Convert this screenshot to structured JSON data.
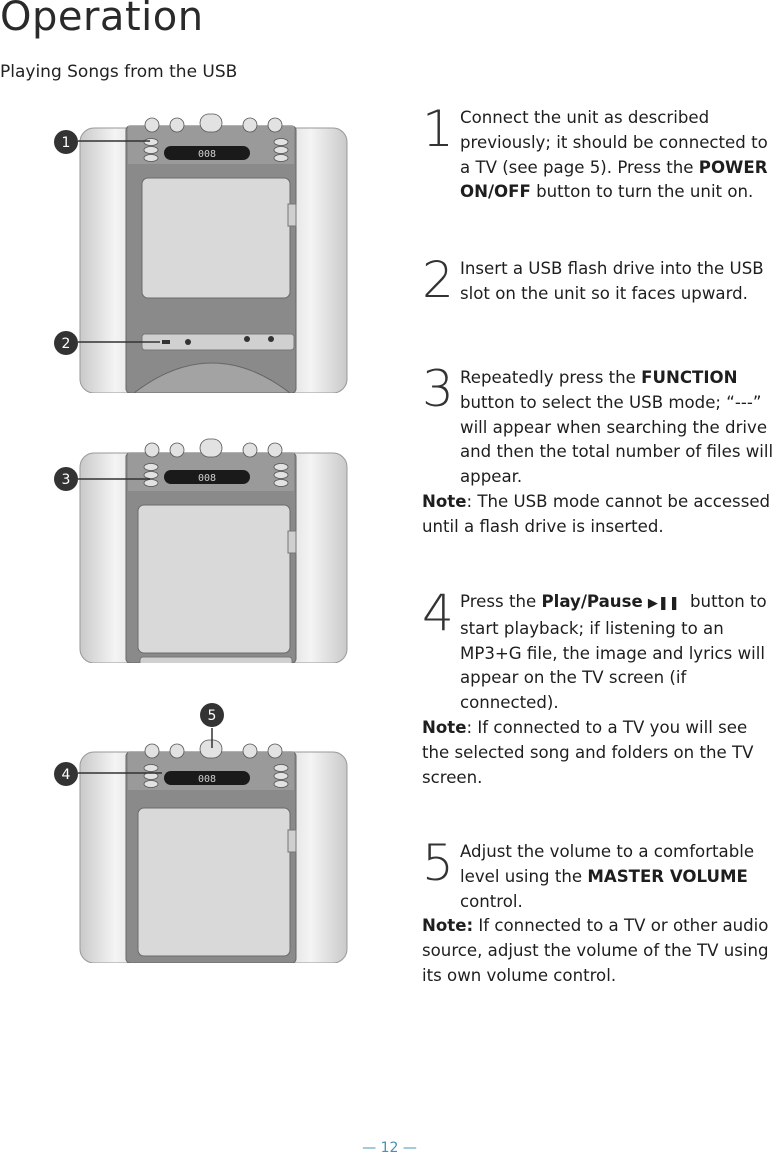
{
  "header": {
    "title": "Operation",
    "subtitle": "Playing Songs from the USB"
  },
  "callouts": {
    "c1": "1",
    "c2": "2",
    "c3": "3",
    "c4": "4",
    "c5": "5"
  },
  "device": {
    "display_text": "008"
  },
  "steps": [
    {
      "num": "1",
      "text_a": "Connect the unit as described previously; it should be connected to a TV (see page 5). Press the ",
      "bold_a": "POWER ON/OFF",
      "text_b": " button to turn the unit on."
    },
    {
      "num": "2",
      "text_a": "Insert a USB flash drive into the USB slot on the unit so it faces upward."
    },
    {
      "num": "3",
      "text_a": "Repeatedly press the ",
      "bold_a": "FUNCTION",
      "text_b": " button to select the USB mode; “---” will appear when searching the drive and then the total number of files will appear.",
      "note_label": "Note",
      "note_text": ": The USB mode cannot be accessed until a flash drive is inserted."
    },
    {
      "num": "4",
      "text_a": "Press the ",
      "bold_a": "Play/Pause",
      "icon": "play-pause-icon",
      "icon_glyph": "▶❚❚",
      "text_b": " button to start playback; if listening to an MP3+G file, the image and lyrics will appear on the TV screen (if connected).",
      "note_label": "Note",
      "note_text": ": If connected to a TV you will see the selected song and folders on the TV screen."
    },
    {
      "num": "5",
      "text_a": "Adjust the volume to a comfortable level using the ",
      "bold_a": "MASTER VOLUME",
      "text_b": " control.",
      "note_label": "Note:",
      "note_text": " If connected to a TV or other audio source, adjust the volume of the TV using its own volume control."
    }
  ],
  "footer": {
    "page": "— 12 —"
  },
  "colors": {
    "body_dark": "#8c8c8c",
    "body_light": "#e6e6e6",
    "callout_fill": "#333333",
    "footer_accent": "#4a90b8"
  }
}
